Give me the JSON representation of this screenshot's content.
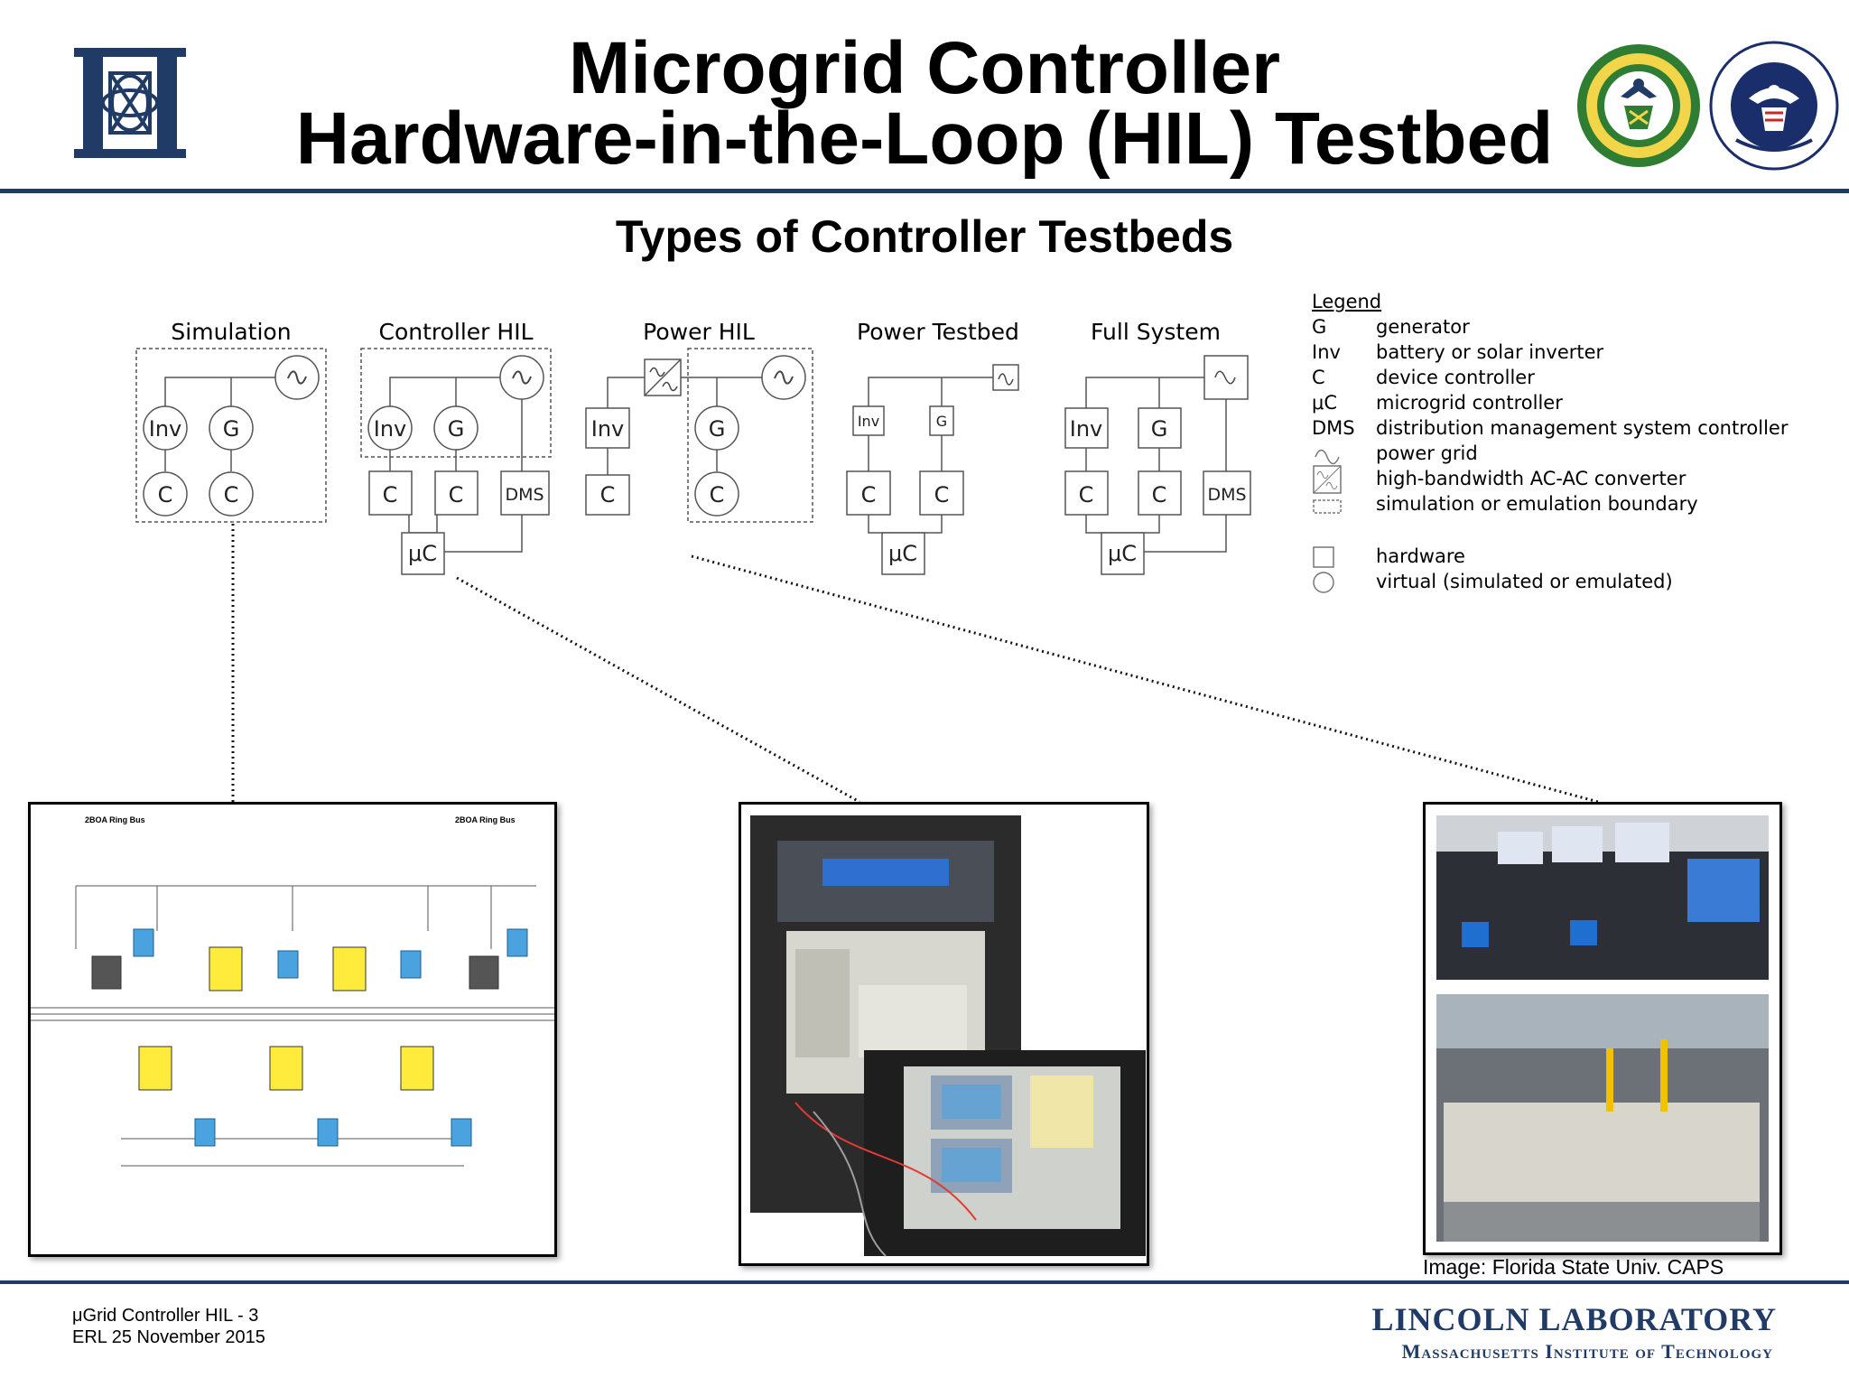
{
  "slide": {
    "title_line1": "Microgrid Controller",
    "title_line2": "Hardware-in-the-Loop (HIL) Testbed",
    "subtitle": "Types of Controller Testbeds"
  },
  "diagrams": {
    "simulation": {
      "title": "Simulation"
    },
    "controller_hil": {
      "title": "Controller HIL"
    },
    "power_hil": {
      "title": "Power HIL"
    },
    "power_testbed": {
      "title": "Power Testbed"
    },
    "full_system": {
      "title": "Full System"
    },
    "labels": {
      "inv": "Inv",
      "g": "G",
      "c": "C",
      "dms": "DMS",
      "uc": "μC"
    }
  },
  "legend": {
    "heading": "Legend",
    "items": [
      {
        "key": "G",
        "desc": "generator"
      },
      {
        "key": "Inv",
        "desc": "battery or solar inverter"
      },
      {
        "key": "C",
        "desc": "device controller"
      },
      {
        "key": "μC",
        "desc": "microgrid controller"
      },
      {
        "key": "DMS",
        "desc": "distribution management system controller"
      }
    ],
    "symbols": [
      {
        "icon": "power-grid-symbol",
        "desc": "power grid"
      },
      {
        "icon": "ac-ac-converter-symbol",
        "desc": "high-bandwidth AC-AC converter"
      },
      {
        "icon": "dashed-boundary-symbol",
        "desc": "simulation or emulation boundary"
      },
      {
        "icon": "square-symbol",
        "desc": "hardware"
      },
      {
        "icon": "circle-symbol",
        "desc": "virtual (simulated or emulated)"
      }
    ]
  },
  "photos": {
    "schematic": {
      "left_label": "2BOA Ring Bus",
      "right_label": "2BOA Ring Bus"
    },
    "caption": "Image: Florida State Univ. CAPS"
  },
  "footer": {
    "line1": "μGrid Controller HIL - 3",
    "line2": "ERL 25 November 2015",
    "lab_name": "LINCOLN LABORATORY",
    "institute": "Massachusetts Institute of Technology"
  },
  "colors": {
    "brand_navy": "#1f3b66",
    "doe_green": "#2e7d32",
    "dhs_blue": "#1a2e6b",
    "schematic_blue": "#4aa3df"
  }
}
